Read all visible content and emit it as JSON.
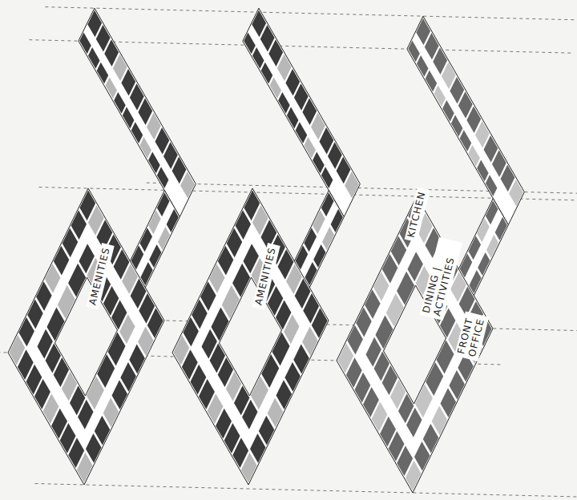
{
  "diagram": {
    "labels": [
      "AMENITIES",
      "AMENITIES",
      "KITCHEN",
      "DINING | ACTIVITIES",
      "FRONT OFFICE"
    ]
  }
}
